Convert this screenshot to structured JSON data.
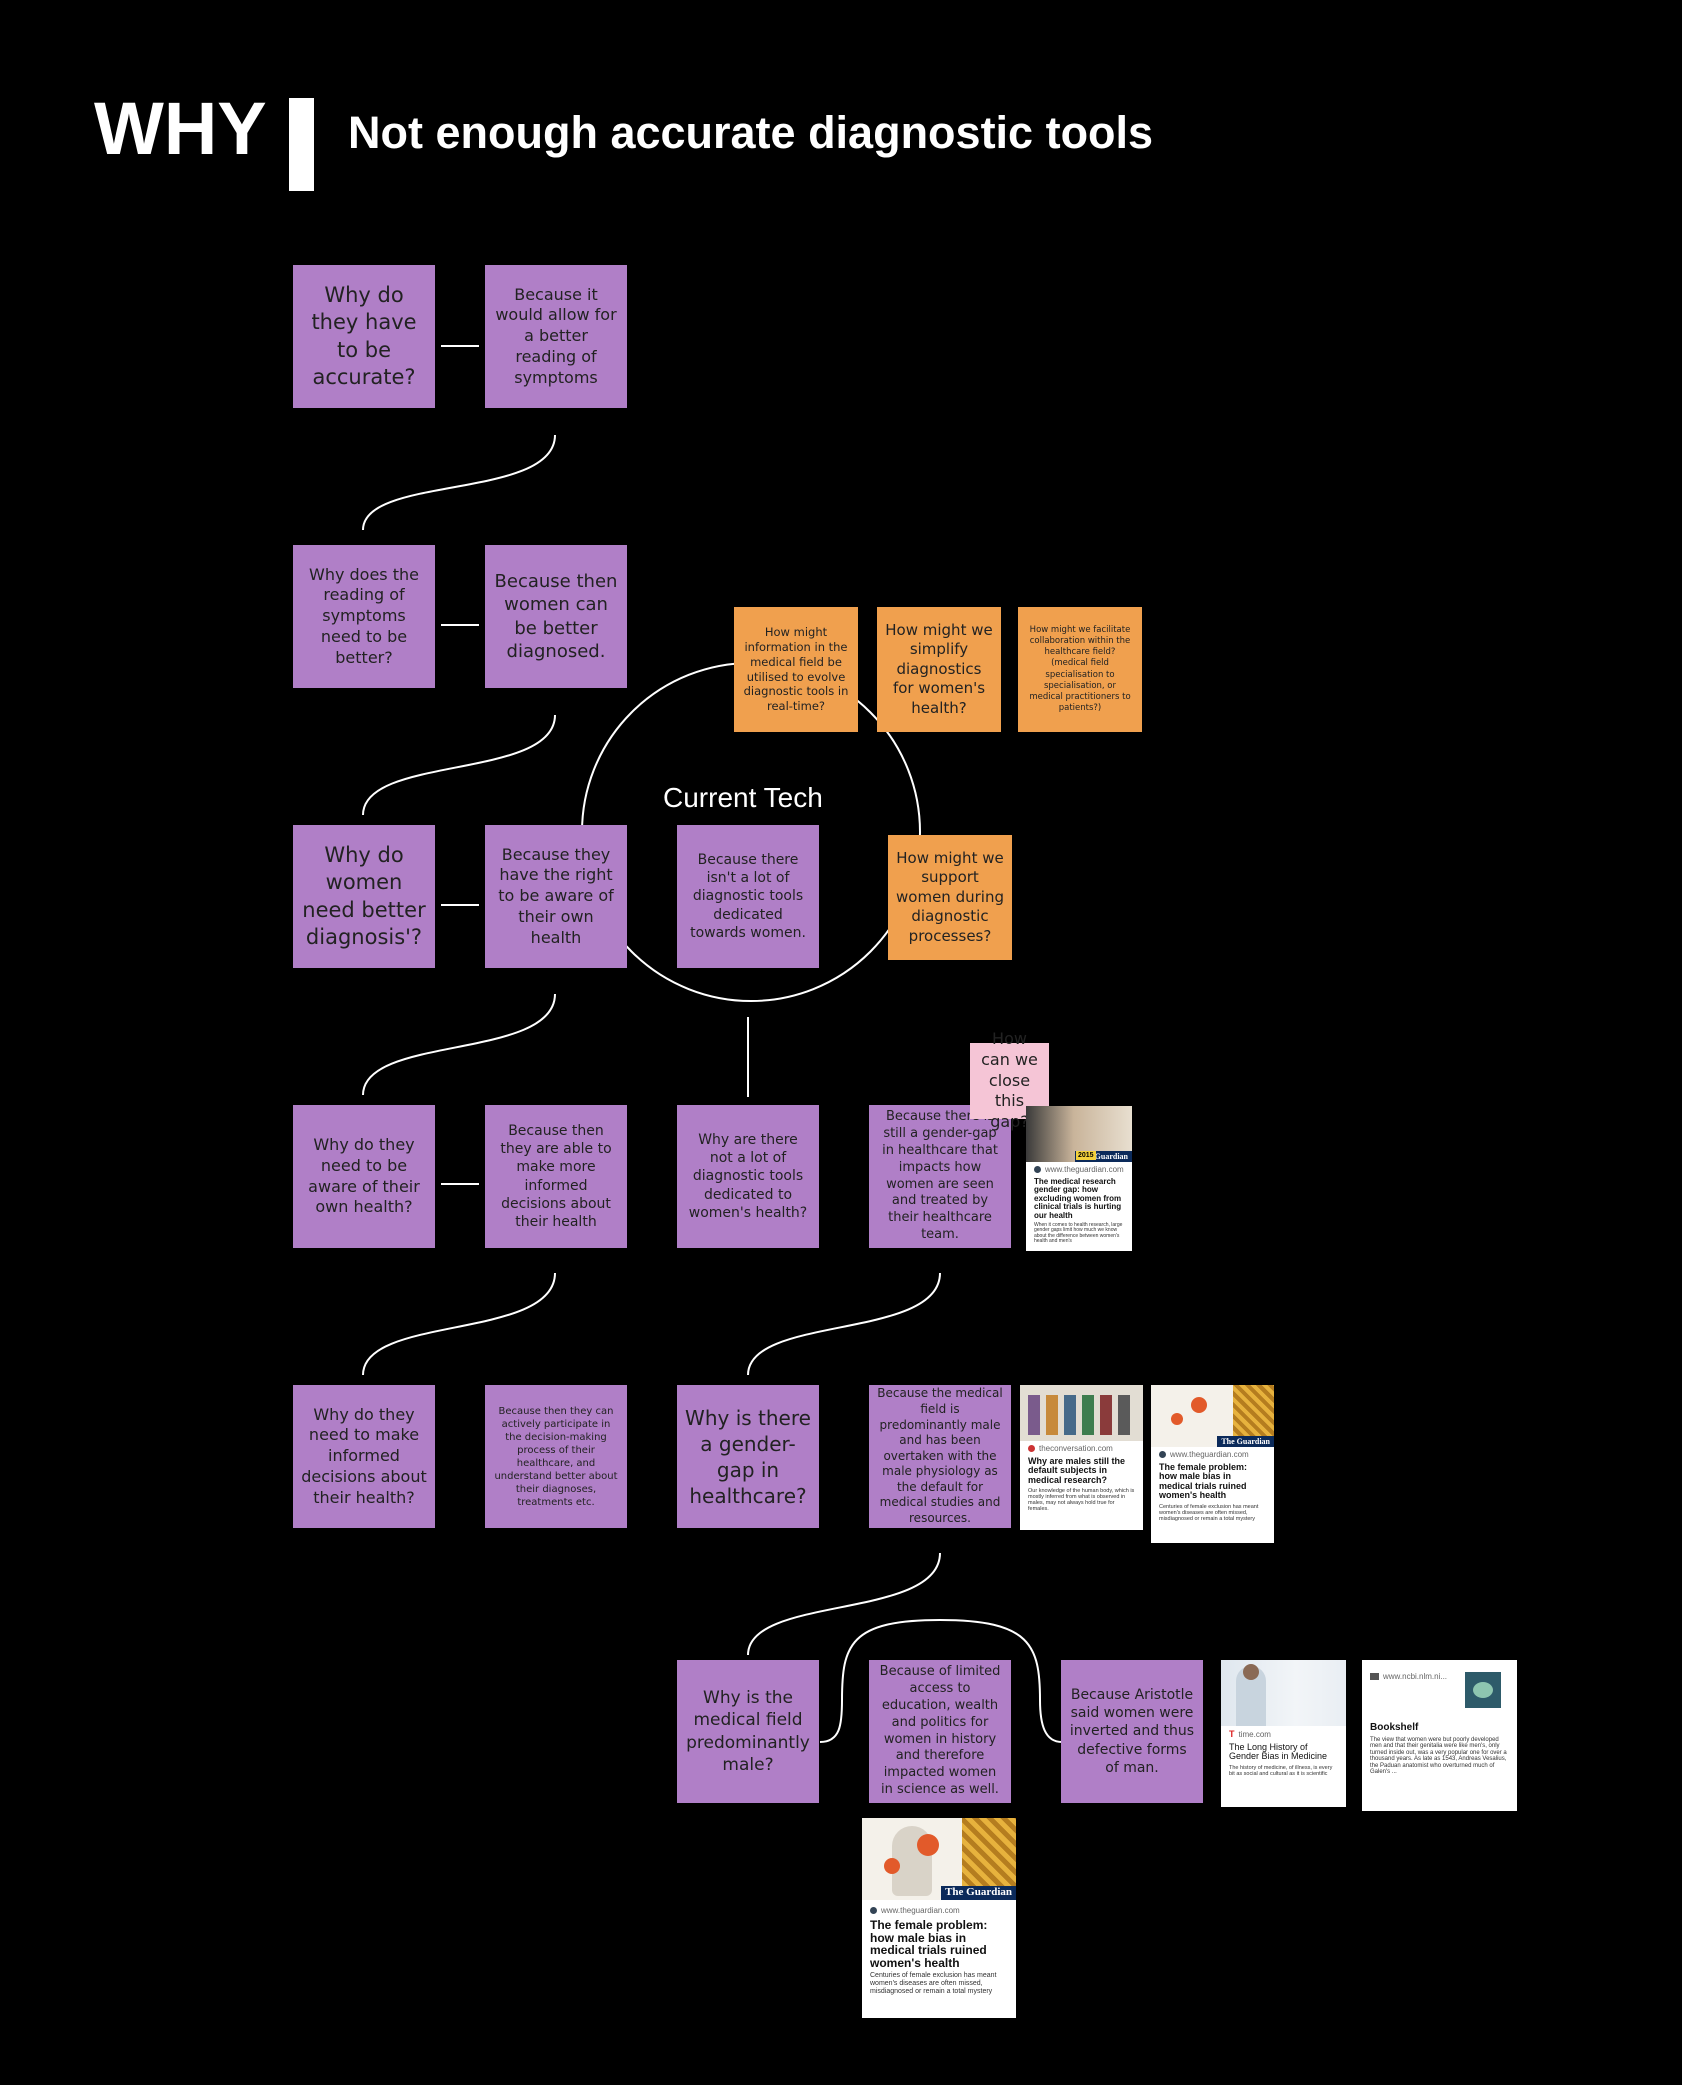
{
  "header": {
    "why": "WHY",
    "subtitle": "Not enough accurate diagnostic tools"
  },
  "circle": {
    "label": "Current Tech"
  },
  "notes": {
    "q1": "Why do they have to be accurate?",
    "a1": "Because it would allow for a better reading of symptoms",
    "q2": "Why does the reading of symptoms need to be better?",
    "a2": "Because then women can be better diagnosed.",
    "q3": "Why do women need better diagnosis'?",
    "a3": "Because they have the right to be aware of their own health",
    "b3": "Because there isn't a lot of diagnostic tools dedicated towards women.",
    "q4": "Why do they need to be aware of their own health?",
    "a4": "Because then they are able to make more informed decisions about their health",
    "b4": "Why are there not a lot of diagnostic tools dedicated to women's health?",
    "c4": "Because there is still a gender-gap in healthcare that impacts how women are seen and treated by their healthcare team.",
    "q5": "Why do they need to make informed decisions about their health?",
    "a5": "Because then they can actively participate in the decision-making process of their healthcare, and understand better about their diagnoses, treatments etc.",
    "b5": "Why is there a gender-gap in healthcare?",
    "c5": "Because the medical field is predominantly male and has been overtaken with the male physiology as the default for medical studies and resources.",
    "q6": "Why is the medical field predominantly male?",
    "a6": "Because of limited access to education, wealth and politics for women in history and therefore impacted women in science as well.",
    "b6": "Because Aristotle said women were inverted and thus defective forms of man."
  },
  "hmw": {
    "h1": "How might information in the medical field be utilised to evolve diagnostic tools in real-time?",
    "h2": "How might we simplify diagnostics for women's health?",
    "h3": "How might we facilitate collaboration within the healthcare field? (medical field specialisation to specialisation, or medical practitioners to patients?)",
    "h4": "How might we support women during diagnostic processes?",
    "gap": "How can we close this gap?"
  },
  "cards": {
    "guardian1": {
      "source": "www.theguardian.com",
      "title": "The medical research gender gap: how excluding women from clinical trials is hurting our health",
      "desc": "When it comes to health research, large gender gaps limit how much we know about the difference between women's health and men's",
      "badge": "The Guardian",
      "year": "2015"
    },
    "conversation": {
      "source": "theconversation.com",
      "title": "Why are males still the default subjects in medical research?",
      "desc": "Our knowledge of the human body, which is mostly inferred from what is observed in males, may not always hold true for females."
    },
    "guardian2": {
      "source": "www.theguardian.com",
      "title": "The female problem: how male bias in medical trials ruined women's health",
      "desc": "Centuries of female exclusion has meant women's diseases are often missed, misdiagnosed or remain a total mystery",
      "badge": "The Guardian"
    },
    "time": {
      "source": "time.com",
      "title": "The Long History of Gender Bias in Medicine",
      "desc": "The history of medicine, of illness, is every bit as social and cultural as it is scientific"
    },
    "ncbi": {
      "source": "www.ncbi.nlm.ni...",
      "title": "Bookshelf",
      "desc": "The view that women were but poorly developed men and that their genitalia were like men's, only turned inside out, was a very popular one for over a thousand years. As late as 1543, Andreas Vesalius, the Paduan anatomist who overturned much of Galen's ..."
    },
    "guardian3": {
      "source": "www.theguardian.com",
      "title": "The female problem: how male bias in medical trials ruined women's health",
      "desc": "Centuries of female exclusion has meant women's diseases are often missed, misdiagnosed or remain a total mystery",
      "badge": "The Guardian"
    }
  },
  "colors": {
    "background": "#000000",
    "note_purple": "#b07fc7",
    "note_orange": "#f0a04e",
    "note_pink": "#f5c5d6",
    "lines": "#ffffff"
  }
}
